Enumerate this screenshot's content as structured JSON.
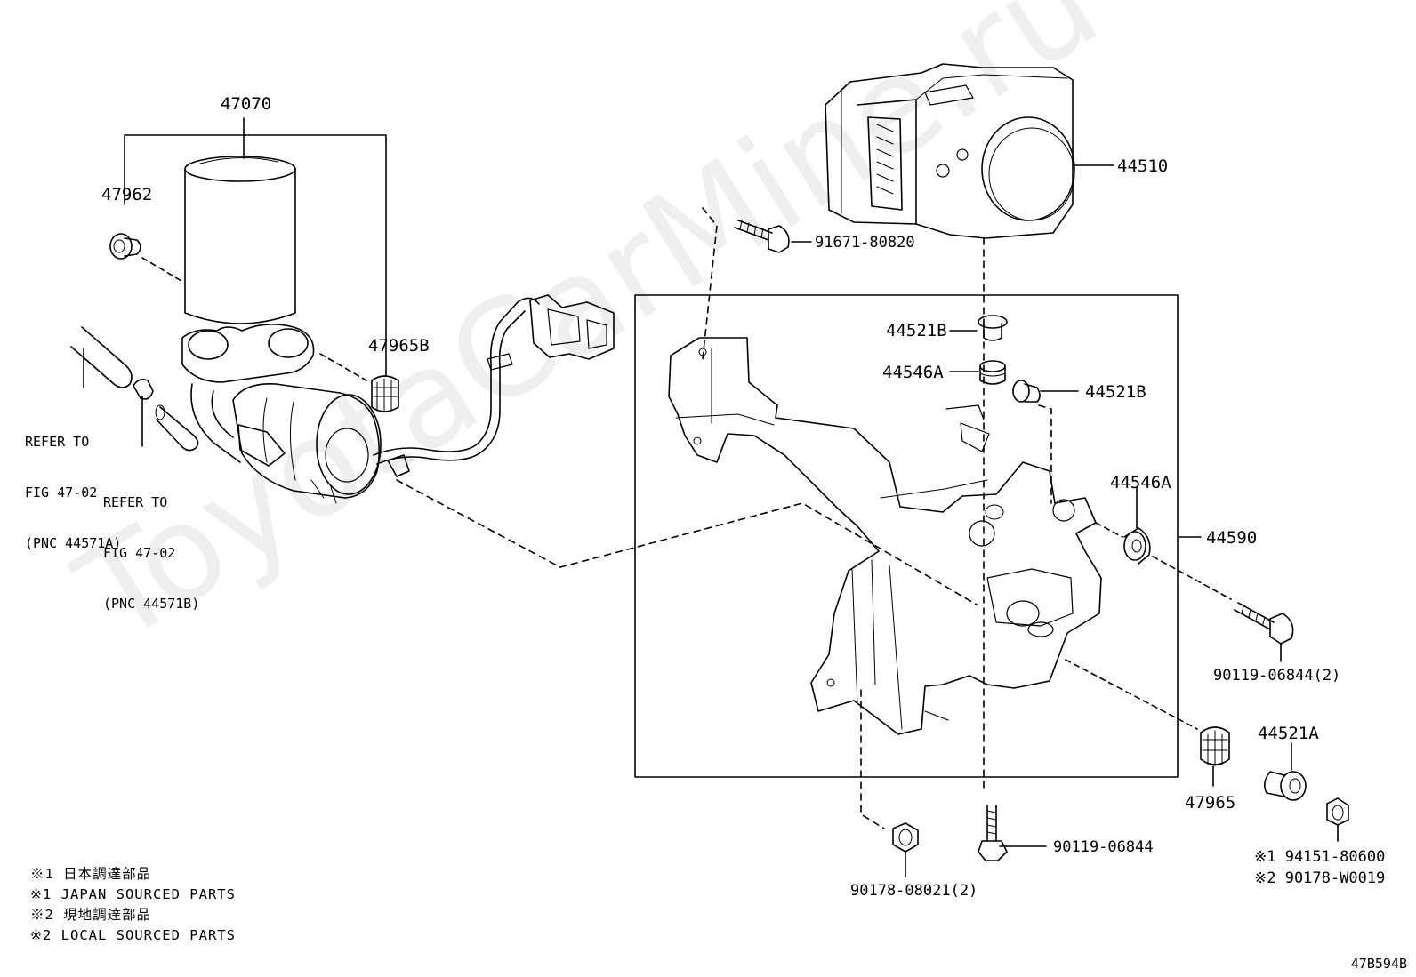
{
  "watermark": "ToyotaCarMine.ru",
  "labels": {
    "p47070": "47070",
    "p47962": "47962",
    "p47965B": "47965B",
    "p44510": "44510",
    "p91671": "91671-80820",
    "p44521B_top": "44521B",
    "p44546A_top": "44546A",
    "p44521B_right": "44521B",
    "p44546A_right": "44546A",
    "p44590": "44590",
    "p90119_2": "90119-06844(2)",
    "p44521A": "44521A",
    "p47965": "47965",
    "p90119": "90119-06844",
    "p90178": "90178-08021(2)",
    "p94151": "※1 94151-80600",
    "p90178W": "※2 90178-W0019"
  },
  "refers": {
    "ref_a": [
      "REFER TO",
      "FIG 47-02",
      "(PNC 44571A)"
    ],
    "ref_b": [
      "REFER TO",
      "FIG 47-02",
      "(PNC 44571B)"
    ]
  },
  "notes": [
    "※1 日本調達部品",
    "※1 JAPAN SOURCED PARTS",
    "※2 現地調達部品",
    "※2 LOCAL SOURCED PARTS"
  ],
  "page_code": "47B594B"
}
